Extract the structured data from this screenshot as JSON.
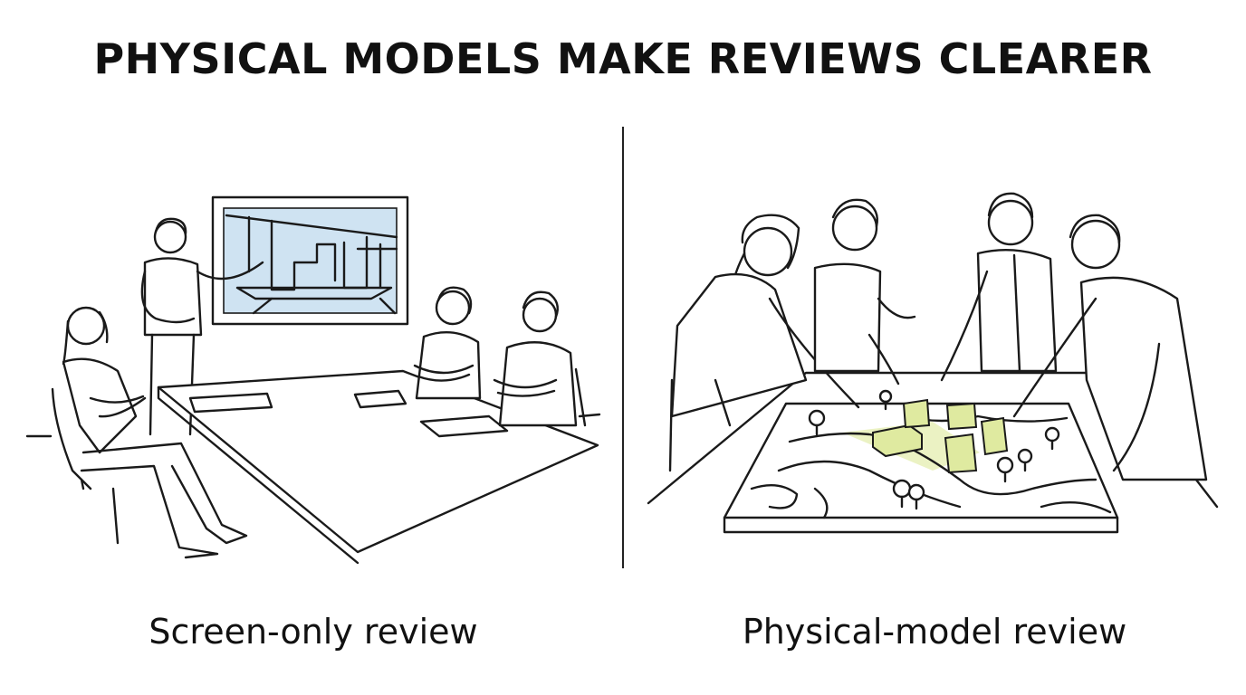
{
  "title": "PHYSICAL MODELS MAKE REVIEWS CLEARER",
  "panels": [
    {
      "caption": "Screen-only review"
    },
    {
      "caption": "Physical-model review"
    }
  ],
  "colors": {
    "ink": "#1a1a1a",
    "screen_fill": "#cfe3f2",
    "model_highlight": "#e6efb4",
    "model_block": "#dfeaa0"
  }
}
